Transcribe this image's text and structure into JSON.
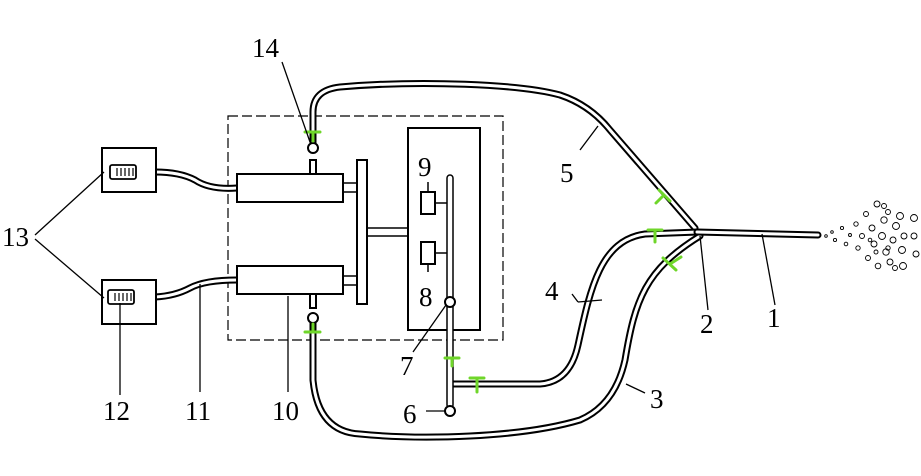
{
  "labels": {
    "l1": "1",
    "l2": "2",
    "l3": "3",
    "l4": "4",
    "l5": "5",
    "l6": "6",
    "l7": "7",
    "l8": "8",
    "l9": "9",
    "l10": "10",
    "l11": "11",
    "l12": "12",
    "l13": "13",
    "l14": "14"
  },
  "colors": {
    "valve": "#6fd62a",
    "line": "#000000"
  }
}
